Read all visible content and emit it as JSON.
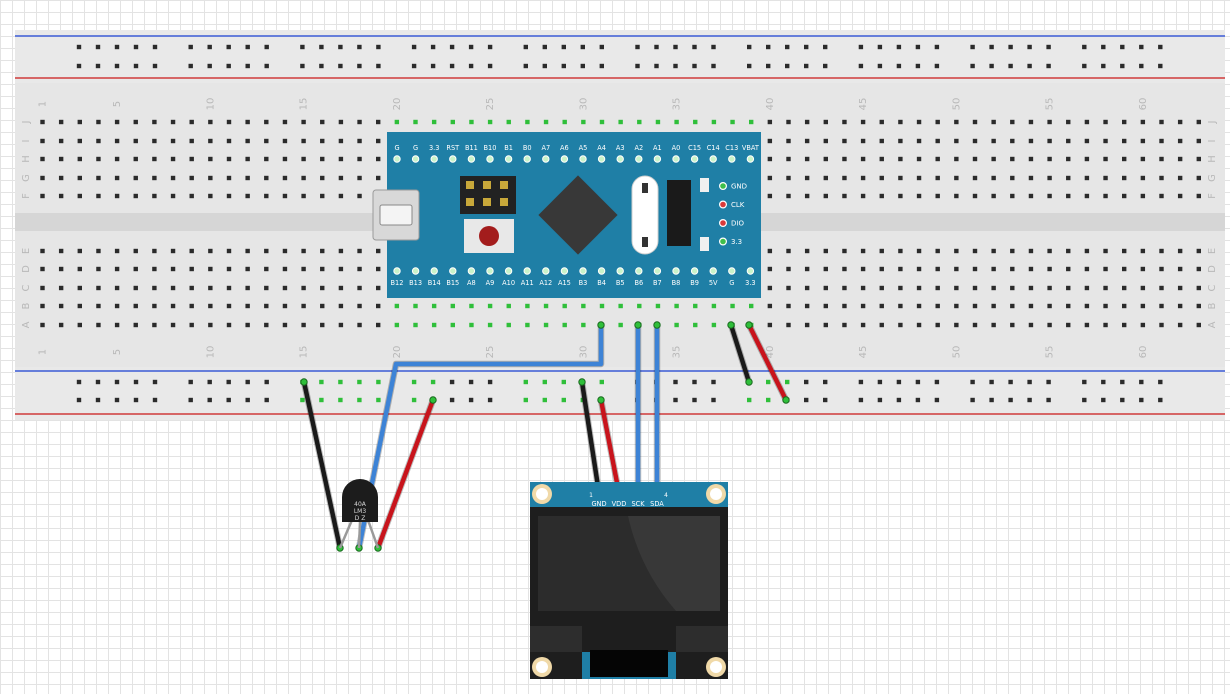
{
  "breadboard": {
    "column_numbers": [
      "1",
      "5",
      "10",
      "15",
      "20",
      "25",
      "30",
      "35",
      "40",
      "45",
      "50",
      "55",
      "60"
    ],
    "row_letters_top": [
      "J",
      "I",
      "H",
      "G",
      "F"
    ],
    "row_letters_bottom": [
      "E",
      "D",
      "C",
      "B",
      "A"
    ]
  },
  "mcu_board": {
    "top_pins": [
      "G",
      "G",
      "3.3",
      "RST",
      "B11",
      "B10",
      "B1",
      "B0",
      "A7",
      "A6",
      "A5",
      "A4",
      "A3",
      "A2",
      "A1",
      "A0",
      "C15",
      "C14",
      "C13",
      "VBAT"
    ],
    "bottom_pins": [
      "B12",
      "B13",
      "B14",
      "B15",
      "A8",
      "A9",
      "A10",
      "A11",
      "A12",
      "A15",
      "B3",
      "B4",
      "B5",
      "B6",
      "B7",
      "B8",
      "B9",
      "5V",
      "G",
      "3.3"
    ],
    "swd_pins": [
      "GND",
      "CLK",
      "DIO",
      "3.3"
    ]
  },
  "sensor": {
    "text_lines": [
      "40A",
      "LM3",
      "D Z"
    ]
  },
  "oled": {
    "pin_numbers": [
      "1",
      "4"
    ],
    "pins": [
      "GND",
      "VDD",
      "SCK",
      "SDA"
    ]
  },
  "colors": {
    "breadboard": "#e6e6e6",
    "rail_blue": "#3b5ad6",
    "rail_red": "#d03a3a",
    "board_blue": "#1f7fa6",
    "wire_black": "#1a1a1a",
    "wire_red": "#c8141c",
    "wire_blue": "#3d83d6",
    "hole_green": "#2fbf3a"
  }
}
